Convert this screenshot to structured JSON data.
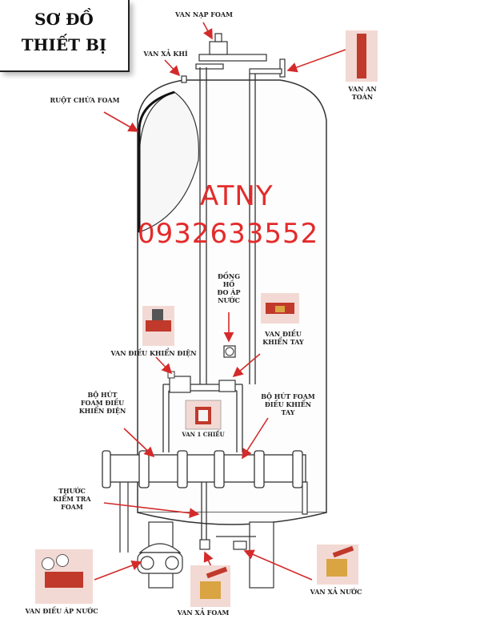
{
  "title": {
    "line1": "SƠ ĐỒ",
    "line2": "THIẾT BỊ"
  },
  "watermark": {
    "line1": "ATNY",
    "line2": "0932633552",
    "color": "#e32b2b"
  },
  "labels": {
    "foam_fill_valve": "VAN NẠP FOAM",
    "air_vent_valve": "VAN XẢ KHÍ",
    "safety_valve_1": "VAN AN",
    "safety_valve_2": "TOÀN",
    "foam_bladder": "RUỘT CHỨA FOAM",
    "pressure_gauge_1": "ĐỒNG",
    "pressure_gauge_2": "HỒ",
    "pressure_gauge_3": "ĐO ÁP",
    "pressure_gauge_4": "NƯỚC",
    "manual_valve_1": "VAN ĐIỀU",
    "manual_valve_2": "KHIỂN TAY",
    "electric_valve": "VAN ĐIỀU KHIỂN ĐIỆN",
    "electric_proportioner_1": "BỘ HÚT",
    "electric_proportioner_2": "FOAM ĐIỀU",
    "electric_proportioner_3": "KHIỂN ĐIỆN",
    "manual_proportioner_1": "BỘ HÚT FOAM",
    "manual_proportioner_2": "ĐIỀU KHIỂN",
    "manual_proportioner_3": "TAY",
    "check_valve": "VAN 1 CHIỀU",
    "foam_gauge_1": "THƯỚC",
    "foam_gauge_2": "KIỂM TRA",
    "foam_gauge_3": "FOAM",
    "water_pressure_valve": "VAN ĐIỀU ÁP NƯỚC",
    "foam_drain_valve": "VAN XẢ FOAM",
    "water_drain_valve": "VAN XẢ NƯỚC"
  },
  "colors": {
    "arrow": "#d42a2a",
    "tank_line": "#333333",
    "photo_red": "#c0392b",
    "photo_bg": "#f3d9d4"
  }
}
